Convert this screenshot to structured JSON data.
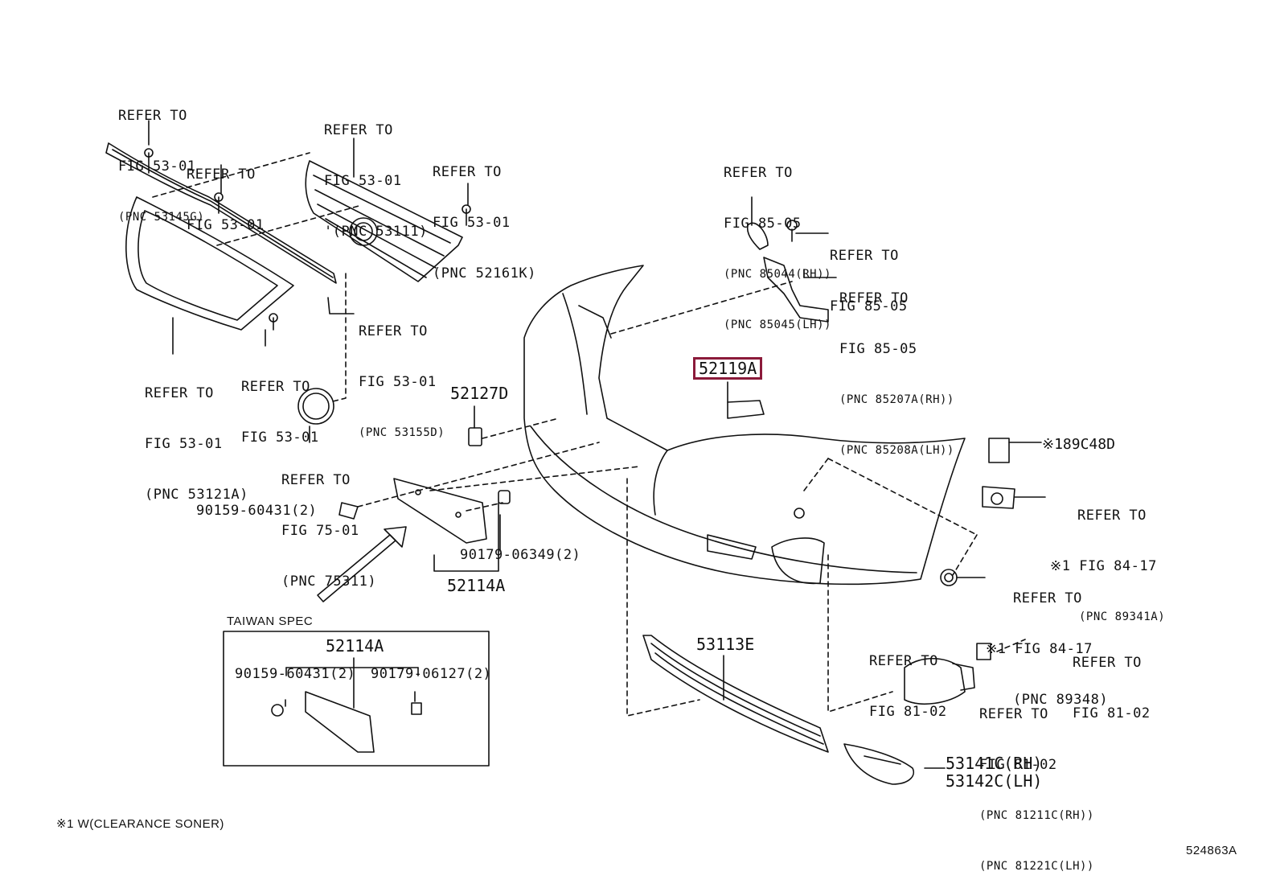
{
  "refs": {
    "r1": [
      "REFER TO",
      "FIG 53-01",
      "(PNC 53145G)"
    ],
    "r2": [
      "REFER TO",
      "FIG 53-01"
    ],
    "r3": [
      "REFER TO",
      "FIG 53-01",
      "'(PNC 53111)"
    ],
    "r4": [
      "REFER TO",
      "FIG 53-01",
      "(PNC 52161K)"
    ],
    "r5": [
      "REFER TO",
      "FIG 53-01",
      "(PNC 53155D)"
    ],
    "r6": [
      "REFER TO",
      "FIG 53-01",
      "(PNC 53121A)"
    ],
    "r7": [
      "REFER TO",
      "FIG 53-01"
    ],
    "r8": [
      "REFER TO",
      "FIG 75-01",
      "(PNC 75311)"
    ],
    "r9": [
      "REFER TO",
      "FIG 85-05",
      "(PNC 85044(RH))",
      "(PNC 85045(LH))"
    ],
    "r10": [
      "REFER TO",
      "FIG 85-05"
    ],
    "r11": [
      "REFER TO",
      "FIG 85-05",
      "(PNC 85207A(RH))",
      "(PNC 85208A(LH))"
    ],
    "r12": [
      "REFER TO",
      "※1 FIG 84-17",
      "(PNC 89341A)"
    ],
    "r13": [
      "REFER TO",
      "※1 FIG 84-17",
      "(PNC 89348)"
    ],
    "r14": [
      "REFER TO",
      "FIG 81-02"
    ],
    "r15": [
      "REFER TO",
      "FIG 81-02"
    ],
    "r16": [
      "REFER TO",
      "FIG 81-02",
      "(PNC 81211C(RH))",
      "(PNC 81221C(LH))"
    ]
  },
  "parts": {
    "p52119A": "52119A",
    "p52127D": "52127D",
    "p89C48D": "※189C48D",
    "p90159a": "90159-60431(2)",
    "p90179a": "90179-06349(2)",
    "p52114A": "52114A",
    "p53113E": "53113E",
    "p53141C": "53141C(RH)",
    "p53142C": "53142C(LH)"
  },
  "taiwan": {
    "title": "TAIWAN SPEC",
    "part": "52114A",
    "left": "90159-60431(2)",
    "right": "90179-06127(2)"
  },
  "footnote": "※1 W(CLEARANCE SONER)",
  "figure_id": "524863A",
  "colors": {
    "highlight": "#8b1a3a",
    "line": "#111111"
  }
}
